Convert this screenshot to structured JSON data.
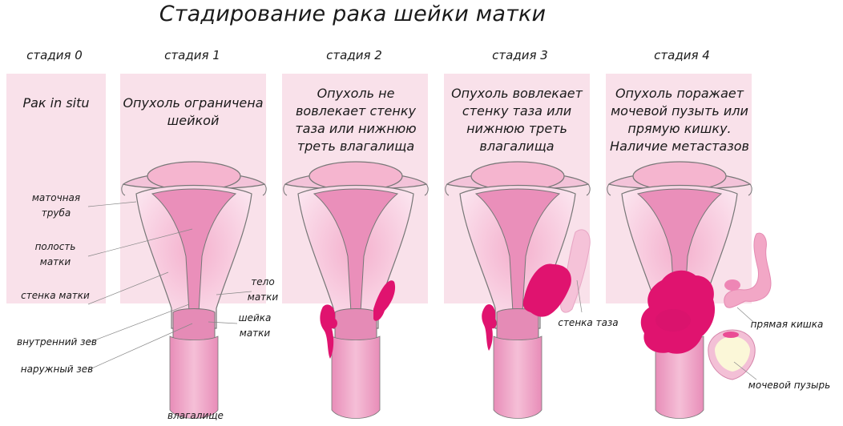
{
  "title": "Стадирование рака шейки матки",
  "stages": [
    {
      "label": "стадия 0",
      "text": "Рак in situ"
    },
    {
      "label": "стадия 1",
      "text": "Опухоль ограничена шейкой"
    },
    {
      "label": "стадия 2",
      "text": "Опухоль не вовлекает стенку таза или нижнюю треть влагалища"
    },
    {
      "label": "стадия 3",
      "text": "Опухоль вовлекает стенку таза или нижнюю треть влагалища"
    },
    {
      "label": "стадия 4",
      "text": "Опухоль поражает мочевой пузыть или прямую кишку. Наличие метастазов"
    }
  ],
  "anatomy": {
    "uterine_tube": "маточная труба",
    "uterine_cavity": "полость матки",
    "uterine_wall": "стенка матки",
    "internal_os": "внутренний зев",
    "external_os": "наружный зев",
    "vagina": "влагалище",
    "uterine_body": "тело матки",
    "cervix": "шейка матки",
    "pelvic_wall": "стенка таза",
    "rectum": "прямая кишка",
    "bladder": "мочевой пузырь"
  },
  "colors": {
    "panel": "#f9e1ea",
    "uterus": "#f2a7c6",
    "uterus_light": "#f7cfe0",
    "cavity": "#e98ab5",
    "tumor": "#e0136f",
    "outline": "#777777"
  }
}
